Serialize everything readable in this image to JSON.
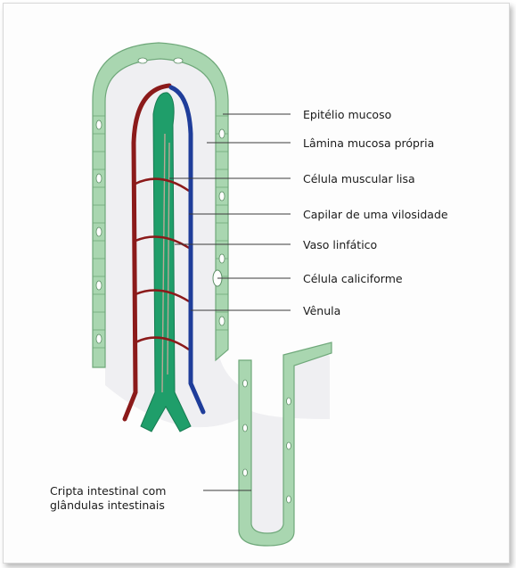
{
  "labels": {
    "epitelio": "Epitélio mucoso",
    "lamina": "Lâmina mucosa própria",
    "celula_muscular": "Célula muscular lisa",
    "capilar": "Capilar de uma vilosidade",
    "vaso_linfatico": "Vaso linfático",
    "celula_caliciforme": "Célula caliciforme",
    "venula": "Vênula",
    "cripta_line1": "Cripta intestinal com",
    "cripta_line2": "glândulas intestinais"
  },
  "colors": {
    "epithelium": "#a9d6b0",
    "epithelium_edge": "#6fa87a",
    "lymphatic": "#1f9e6a",
    "artery": "#8b1a1a",
    "vein": "#1f3d9a",
    "leader": "#3a3a3a"
  }
}
